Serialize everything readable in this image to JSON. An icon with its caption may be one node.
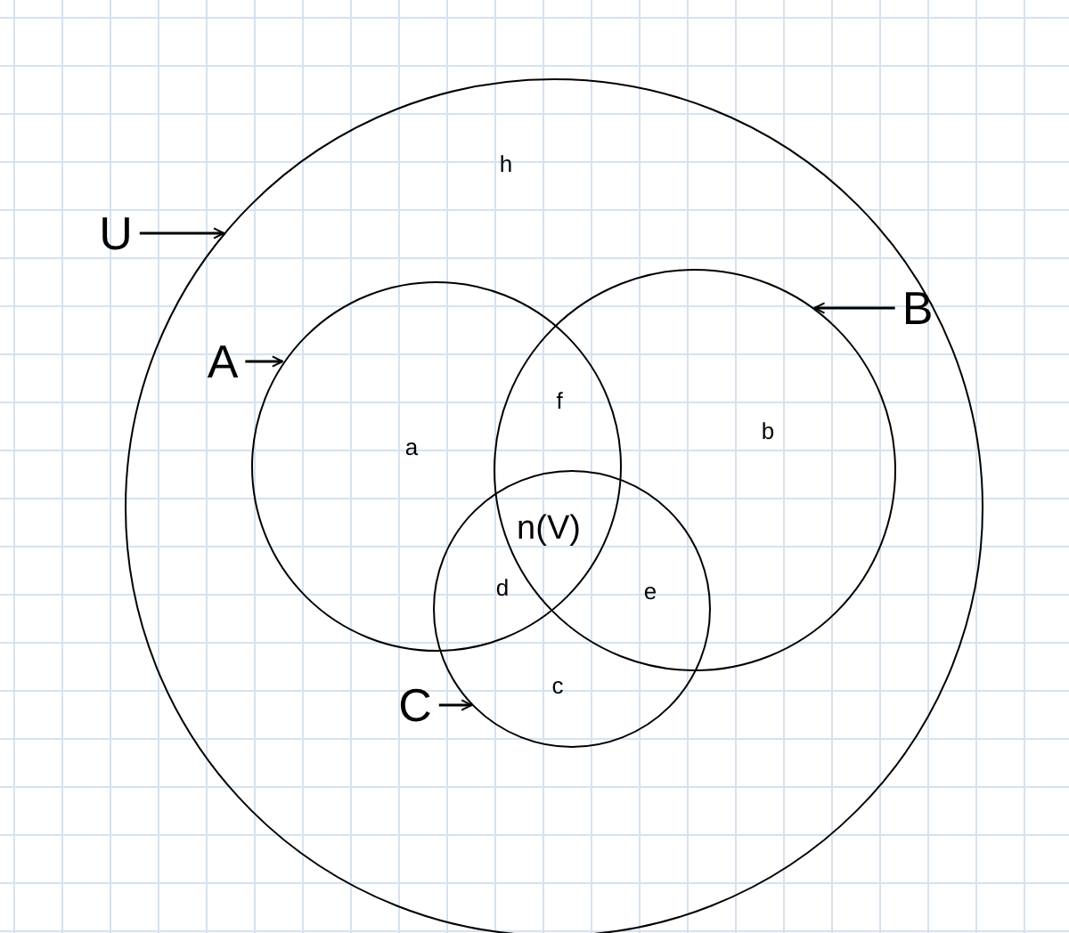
{
  "diagram": {
    "nodes": [
      {
        "text": [],
        "shape": "circle"
      },
      {
        "text": [],
        "shape": "circle",
        "in": 0
      },
      {
        "text": [],
        "shape": "circle",
        "in": 0
      },
      {
        "text": [],
        "shape": "circle",
        "in": 0
      },
      {
        "text": [
          "U"
        ]
      },
      {
        "text": [
          "A"
        ],
        "in": 0
      },
      {
        "text": [
          "B"
        ],
        "in": 0
      },
      {
        "text": [
          "C"
        ],
        "in": 0
      }
    ],
    "edges": [
      {
        "from": 4,
        "to": 0,
        "arrow": "to"
      },
      {
        "from": 5,
        "to": 1,
        "arrow": "to"
      },
      {
        "from": 6,
        "to": 2,
        "arrow": "to"
      },
      {
        "from": 7,
        "to": 3,
        "arrow": "to"
      }
    ],
    "labels": [
      "h",
      "f",
      "b",
      "a",
      "n(V)",
      "d",
      "e",
      "c"
    ]
  }
}
